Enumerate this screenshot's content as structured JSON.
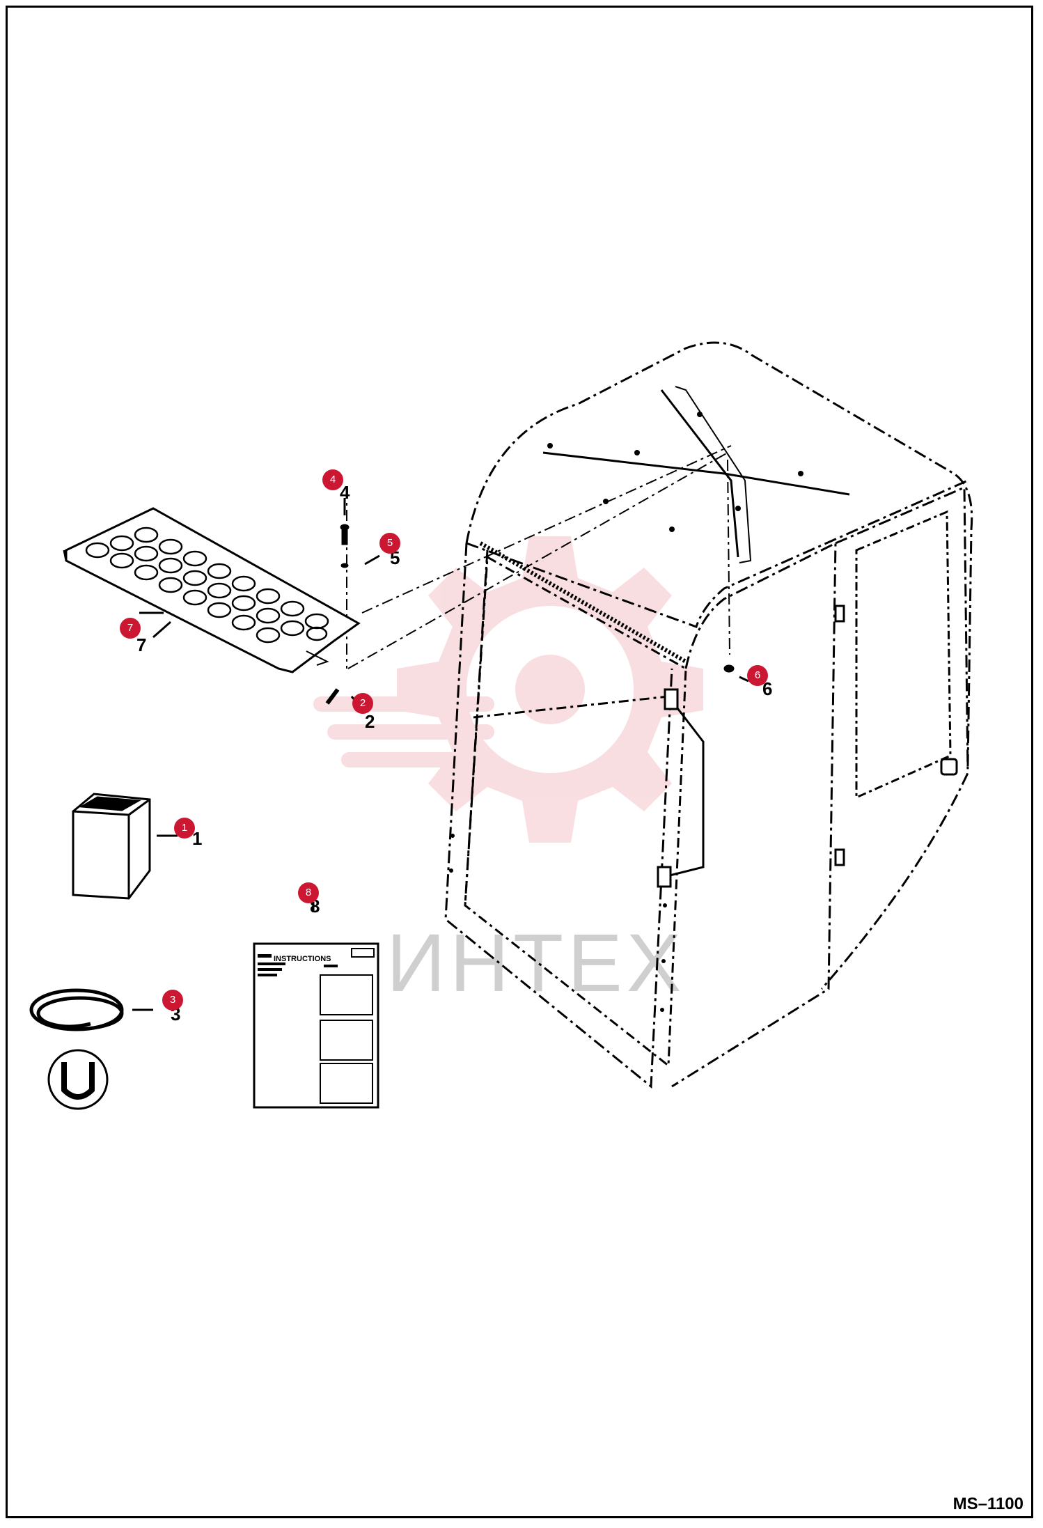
{
  "drawing": {
    "number": "MS–1100",
    "watermark_text": "ИНТЕХ",
    "instruction_sheet_heading": "INSTRUCTIONS"
  },
  "callouts": [
    {
      "label": "1"
    },
    {
      "label": "2"
    },
    {
      "label": "3"
    },
    {
      "label": "4"
    },
    {
      "label": "5"
    },
    {
      "label": "6"
    },
    {
      "label": "7"
    },
    {
      "label": "8"
    }
  ],
  "colors": {
    "callout": "#cc1733",
    "linework": "#000000",
    "watermark": "#f2b8bd"
  }
}
